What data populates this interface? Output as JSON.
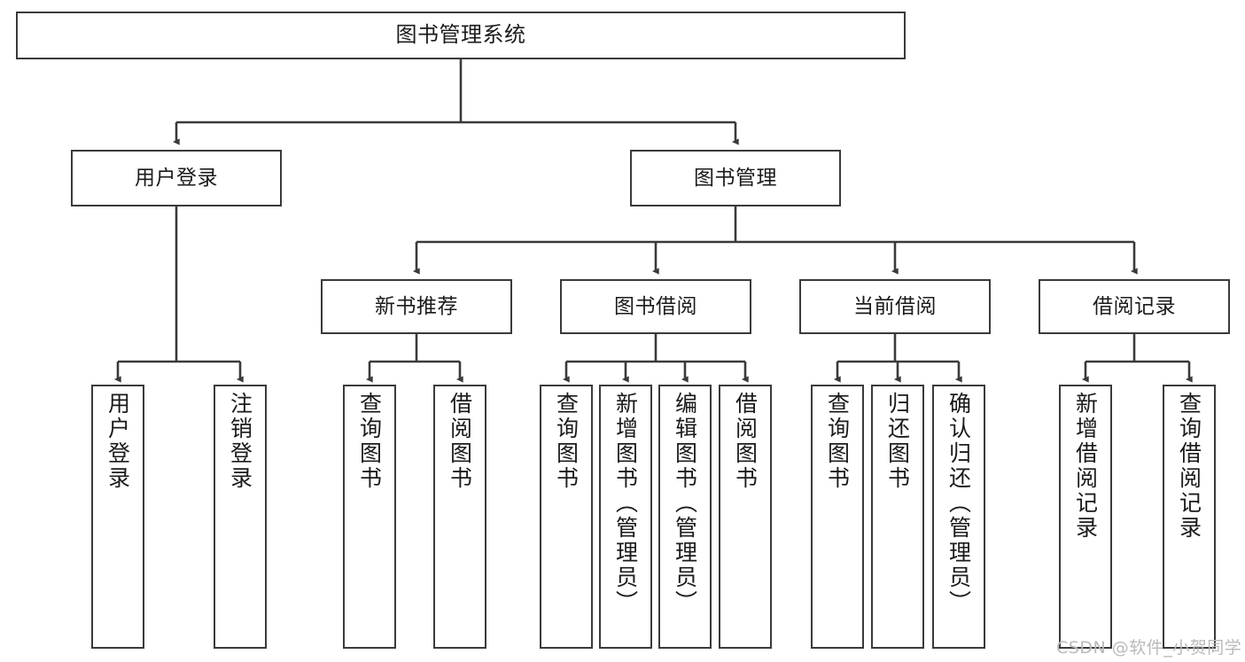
{
  "diagram": {
    "title": "图书管理系统",
    "type": "tree-structure-chart",
    "watermark": "CSDN @软件_小贺同学",
    "colors": {
      "background": "#ffffff",
      "border": "#3a3a3a",
      "text": "#1b1b1b",
      "edge": "#3a3a3a",
      "watermark": "#b9b9b9"
    },
    "root": {
      "label": "图书管理系统"
    },
    "level2": [
      {
        "id": "user-login",
        "label": "用户登录"
      },
      {
        "id": "book-manage",
        "label": "图书管理"
      }
    ],
    "level3": [
      {
        "id": "new-book-recommend",
        "label": "新书推荐"
      },
      {
        "id": "book-borrow",
        "label": "图书借阅"
      },
      {
        "id": "current-borrow",
        "label": "当前借阅"
      },
      {
        "id": "borrow-record",
        "label": "借阅记录"
      }
    ],
    "leaves": {
      "user_login": [
        {
          "id": "leaf-user-login",
          "label": "用户登录"
        },
        {
          "id": "leaf-logout-login",
          "label": "注销登录"
        }
      ],
      "new_book_recommend": [
        {
          "id": "leaf-query-book-1",
          "label": "查询图书"
        },
        {
          "id": "leaf-borrow-book-1",
          "label": "借阅图书"
        }
      ],
      "book_borrow": [
        {
          "id": "leaf-query-book-2",
          "label": "查询图书"
        },
        {
          "id": "leaf-add-book",
          "label": "新增图书（管理员）"
        },
        {
          "id": "leaf-edit-book",
          "label": "编辑图书（管理员）"
        },
        {
          "id": "leaf-borrow-book-2",
          "label": "借阅图书"
        }
      ],
      "current_borrow": [
        {
          "id": "leaf-query-book-3",
          "label": "查询图书"
        },
        {
          "id": "leaf-return-book",
          "label": "归还图书"
        },
        {
          "id": "leaf-confirm-return",
          "label": "确认归还（管理员）"
        }
      ],
      "borrow_record": [
        {
          "id": "leaf-add-record",
          "label": "新增借阅记录"
        },
        {
          "id": "leaf-query-record",
          "label": "查询借阅记录"
        }
      ]
    }
  }
}
